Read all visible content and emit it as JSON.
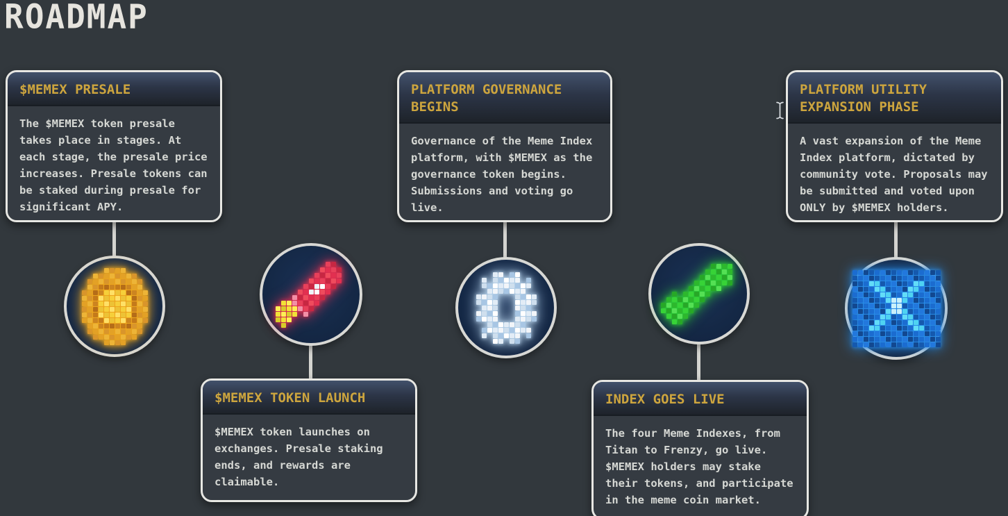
{
  "page": {
    "title": "ROADMAP"
  },
  "milestones": [
    {
      "id": "presale",
      "title": "$MEMEX PRESALE",
      "body": "The $MEMEX token presale takes place in stages. At each stage, the presale price increases. Presale tokens can be staked during presale for significant APY.",
      "icon": "coin",
      "row": "top"
    },
    {
      "id": "token-launch",
      "title": "$MEMEX TOKEN LAUNCH",
      "body": "$MEMEX token launches on exchanges. Presale staking ends, and rewards are claimable.",
      "icon": "rocket",
      "row": "bottom"
    },
    {
      "id": "governance",
      "title": "PLATFORM GOVERNANCE BEGINS",
      "body": "Governance of the Meme Index platform, with $MEMEX as the governance token begins. Submissions and voting go live.",
      "icon": "gear",
      "row": "top"
    },
    {
      "id": "index-live",
      "title": "INDEX GOES LIVE",
      "body": "The four Meme Indexes, from Titan to Frenzy, go live. $MEMEX holders may stake their tokens, and participate in the meme coin market.",
      "icon": "chart-up",
      "row": "bottom"
    },
    {
      "id": "utility-expansion",
      "title": "PLATFORM UTILITY EXPANSION PHASE",
      "body": "A vast expansion of the Meme Index platform, dictated by community vote. Proposals may be submitted and voted upon ONLY by $MEMEX holders.",
      "icon": "memex-x",
      "row": "top"
    }
  ],
  "colors": {
    "background": "#32383d",
    "card_border": "#e7e7e3",
    "card_title": "#cda53e",
    "card_text": "#d6d8d4",
    "header_gradient_top": "#42516b",
    "header_gradient_bottom": "#1e232a",
    "card_body_bg": "#353b42",
    "circle_fill": "#152947",
    "connector": "#d4d4d0",
    "coin_glow": "#f0a81e",
    "rocket_glow": "#e23050",
    "gear_glow": "#bcd8f0",
    "chart_glow": "#2ecc38",
    "memex_glow": "#2a8de8"
  }
}
